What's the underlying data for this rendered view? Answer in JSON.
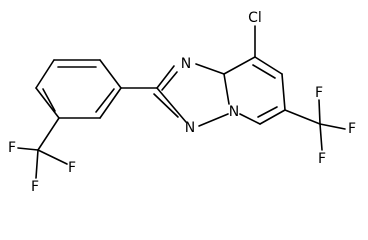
{
  "molecule": {
    "atoms": [
      {
        "id": "Cl",
        "label": "Cl"
      },
      {
        "id": "N1",
        "label": "N"
      },
      {
        "id": "N2",
        "label": "N"
      },
      {
        "id": "N3",
        "label": "N"
      },
      {
        "id": "F1",
        "label": "F"
      },
      {
        "id": "F2",
        "label": "F"
      },
      {
        "id": "F3",
        "label": "F"
      },
      {
        "id": "F4",
        "label": "F"
      },
      {
        "id": "F5",
        "label": "F"
      },
      {
        "id": "F6",
        "label": "F"
      }
    ]
  }
}
